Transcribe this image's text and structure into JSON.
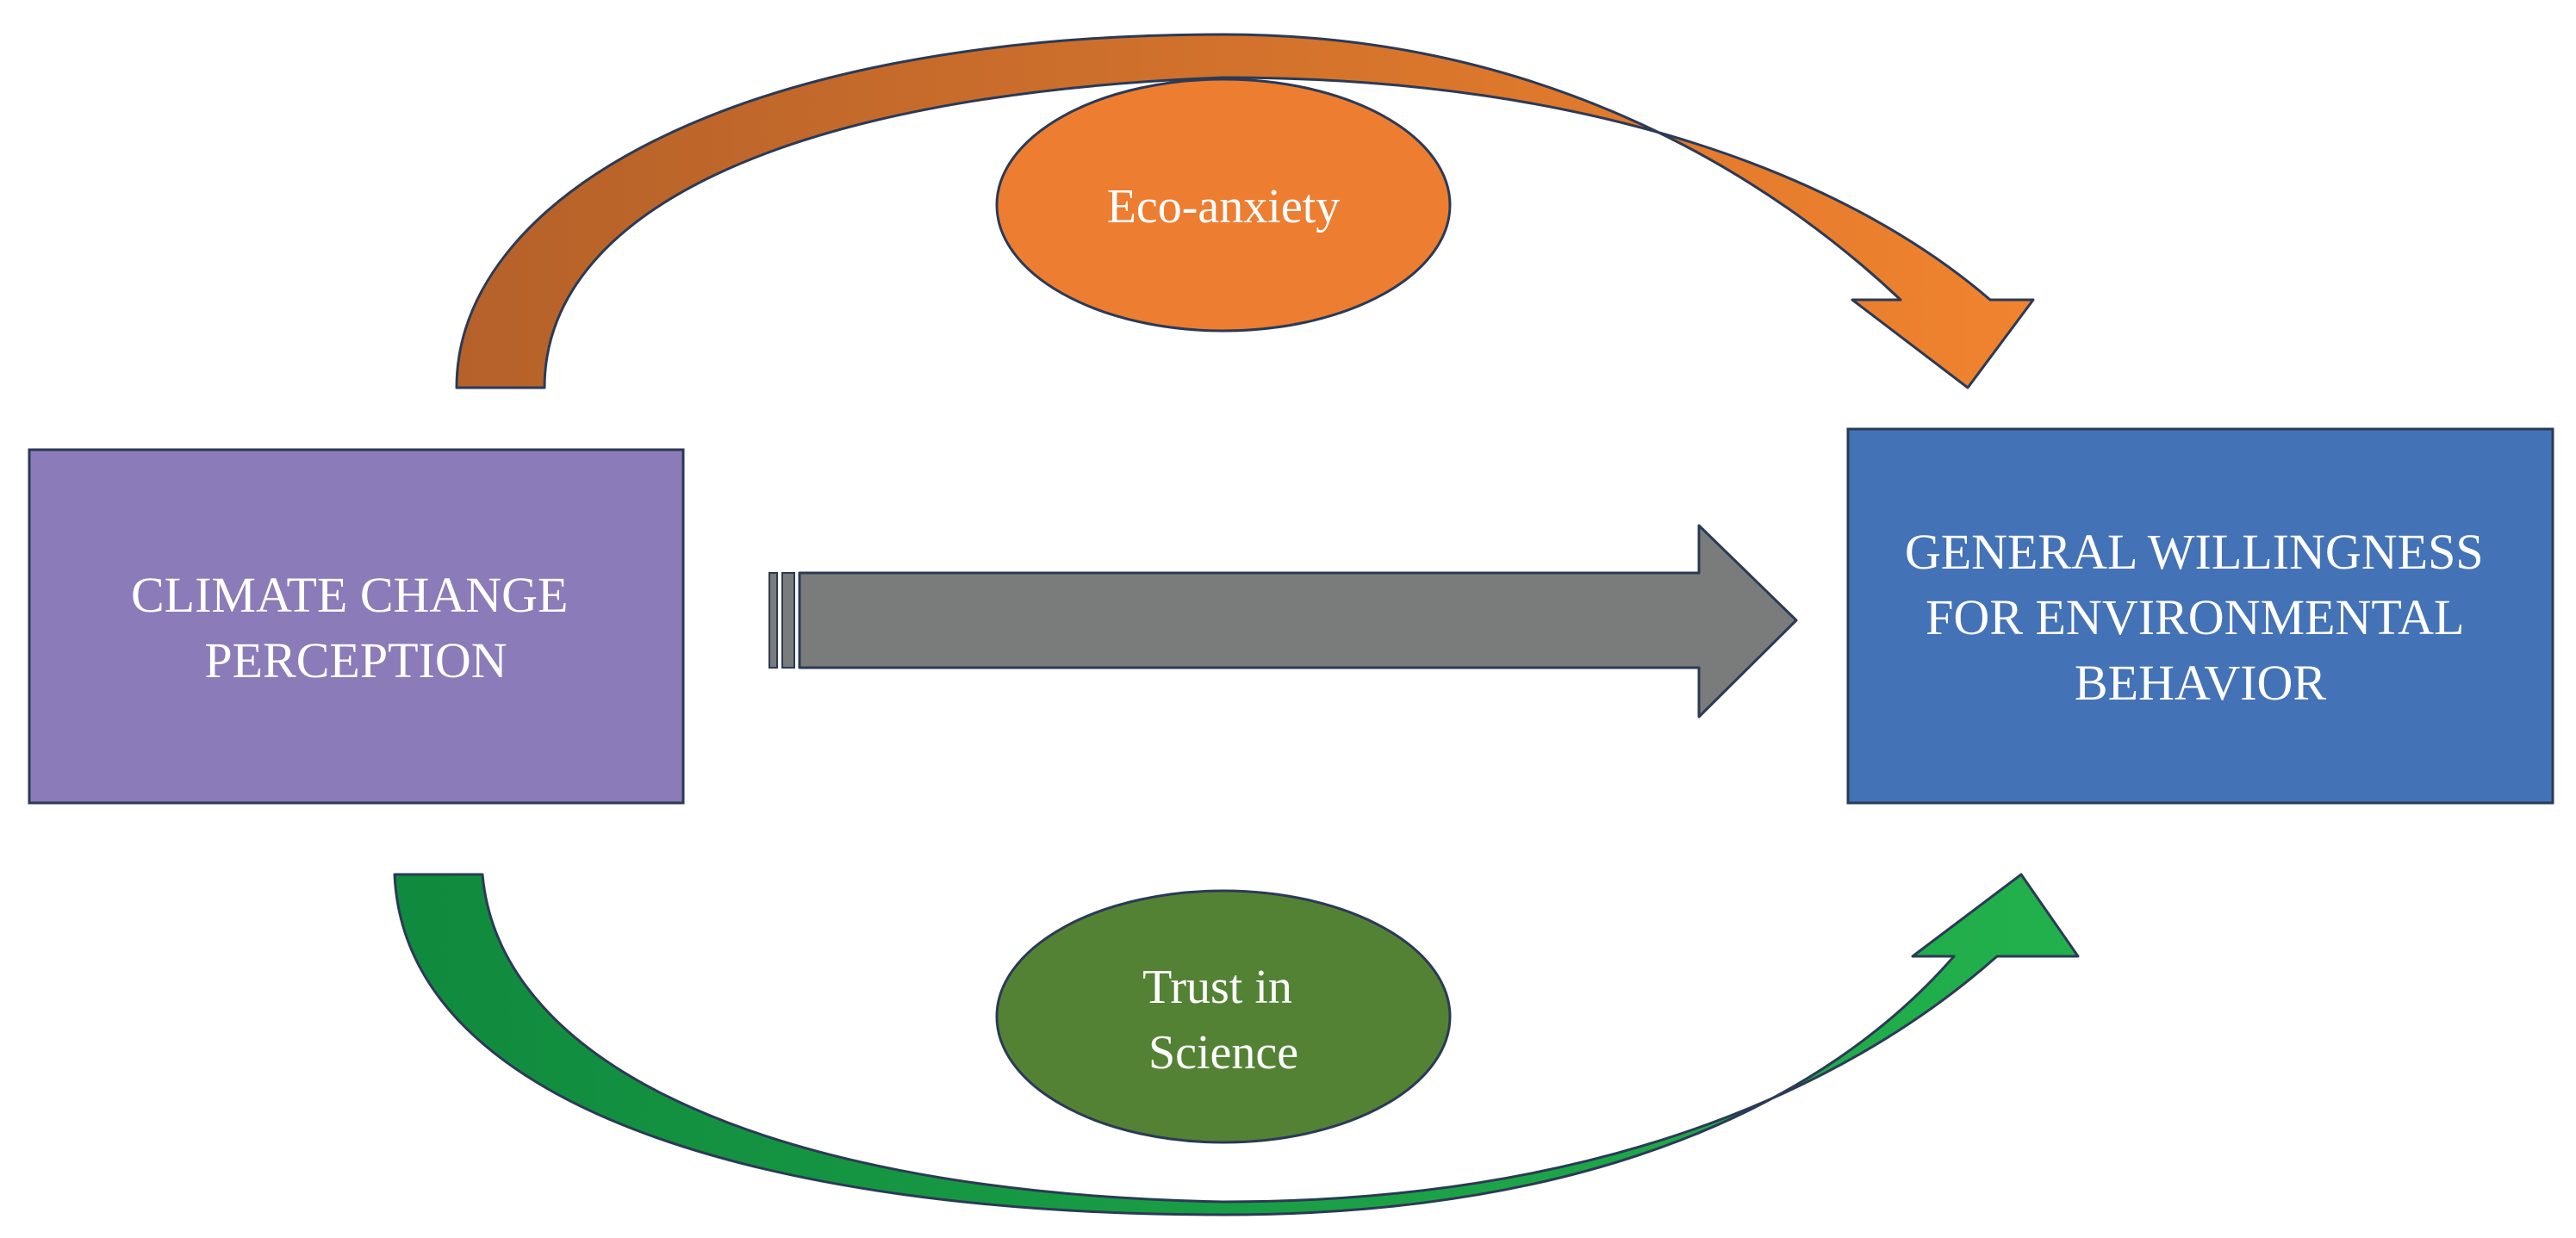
{
  "diagram": {
    "nodes": {
      "source": {
        "lines": [
          "CLIMATE CHANGE",
          "PERCEPTION"
        ],
        "fill": "#8B7BB8"
      },
      "outcome": {
        "lines": [
          "GENERAL WILLINGNESS",
          "FOR ENVIRONMENTAL",
          "BEHAVIOR"
        ],
        "fill": "#4472B6"
      },
      "mediator_top": {
        "lines": [
          "Eco-anxiety"
        ],
        "fill": "#ED7D31"
      },
      "mediator_bottom": {
        "lines": [
          "Trust in",
          "Science"
        ],
        "fill": "#548235"
      }
    },
    "arrows": {
      "direct": {
        "from": "source",
        "to": "outcome",
        "fill": "#7A7C7B"
      },
      "top_path": {
        "from": "source",
        "to": "outcome",
        "via": "mediator_top",
        "fill_start": "#B5612A",
        "fill_end": "#F0832E"
      },
      "bottom_path": {
        "from": "source",
        "to": "outcome",
        "via": "mediator_bottom",
        "fill_start": "#108A3E",
        "fill_end": "#22B14C"
      }
    },
    "outline_color": "#2B3A55"
  }
}
